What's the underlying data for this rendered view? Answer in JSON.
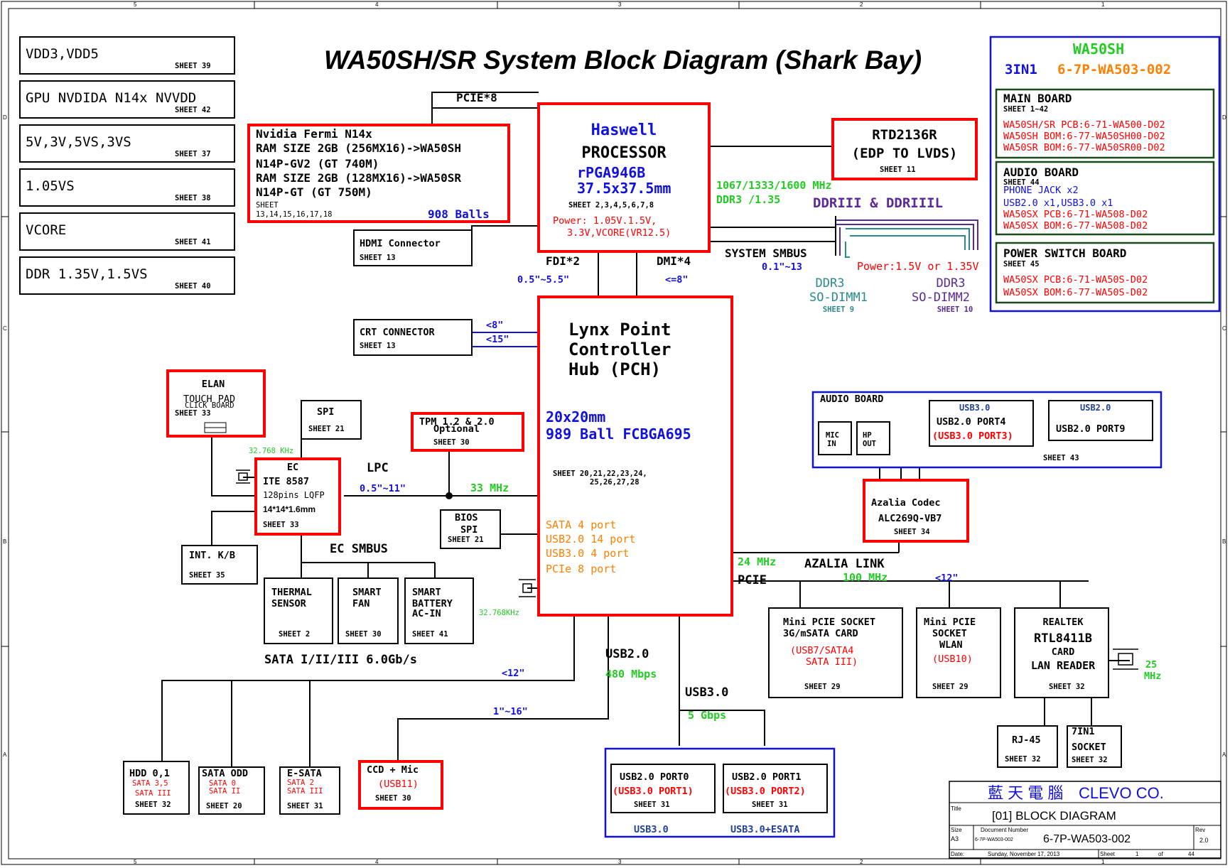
{
  "title": "WA50SH/SR  System Block Diagram (Shark Bay)",
  "border": {
    "cols": [
      "5",
      "4",
      "3",
      "2",
      "1"
    ],
    "rows": [
      "D",
      "C",
      "B",
      "A"
    ]
  },
  "power_list": [
    {
      "name": "VDD3,VDD5",
      "sheet": "SHEET 39"
    },
    {
      "name": "GPU NVDIDA N14x NVVDD",
      "sheet": "SHEET 42"
    },
    {
      "name": "5V,3V,5VS,3VS",
      "sheet": "SHEET 37"
    },
    {
      "name": "1.05VS",
      "sheet": "SHEET 38"
    },
    {
      "name": "VCORE",
      "sheet": "SHEET 41"
    },
    {
      "name": "DDR 1.35V,1.5VS",
      "sheet": "SHEET 40"
    }
  ],
  "gpu": {
    "lines": [
      "Nvidia Fermi N14x",
      "RAM SIZE 2GB (256MX16)->WA50SH",
      "N14P-GV2 (GT 740M)",
      "RAM SIZE 2GB (128MX16)->WA50SR",
      "N14P-GT  (GT 750M)"
    ],
    "sheet": "SHEET",
    "sheet_nums": "13,14,15,16,17,18",
    "balls": "908 Balls",
    "link": "PCIE*8"
  },
  "hdmi": {
    "name": "HDMI Connector",
    "sheet": "SHEET 13"
  },
  "cpu": {
    "name": "Haswell",
    "type": "PROCESSOR",
    "pkg": "rPGA946B",
    "size": "37.5x37.5mm",
    "sheet": "SHEET 2,3,4,5,6,7,8",
    "power1": "Power: 1.05V.1.5V,",
    "power2": "3.3V,VCORE(VR12.5)"
  },
  "rtd": {
    "name": "RTD2136R",
    "sub": "(EDP TO LVDS)",
    "sheet": "SHEET 11"
  },
  "ddr": {
    "speed": "1067/1333/1600 MHz",
    "ddr": "DDR3 /1.35",
    "bus": "DDRIII & DDRIIIL",
    "smbus": "SYSTEM SMBUS",
    "smbus_len": "0.1\"~13",
    "power": "Power:1.5V or 1.35V",
    "dimm1": [
      "DDR3",
      "SO-DIMM1",
      "SHEET 9"
    ],
    "dimm2": [
      "DDR3",
      "SO-DIMM2",
      "SHEET 10"
    ]
  },
  "fdi": {
    "label": "FDI*2",
    "len": "0.5\"~5.5\""
  },
  "dmi": {
    "label": "DMI*4",
    "len": "<=8\""
  },
  "boards": {
    "model": "WA50SH",
    "code_prefix": "3IN1",
    "code": "6-7P-WA503-002",
    "main": {
      "title": "MAIN BOARD",
      "sheet": "SHEET 1~42",
      "lines": [
        "WA50SH/SR  PCB:6-71-WA500-D02",
        "WA50SH   BOM:6-77-WA50SH00-D02",
        "WA50SR   BOM:6-77-WA50SR00-D02"
      ]
    },
    "audio": {
      "title": "AUDIO BOARD",
      "sheet": "SHEET 44",
      "phone": "PHONE JACK x2",
      "usb": "USB2.0 x1,USB3.0 x1",
      "lines": [
        "WA50SX   PCB:6-71-WA508-D02",
        "WA50SX   BOM:6-77-WA508-D02"
      ]
    },
    "power": {
      "title": "POWER SWITCH BOARD",
      "sheet": "SHEET 45",
      "lines": [
        "WA50SX   PCB:6-71-WA50S-D02",
        "WA50SX   BOM:6-77-WA50S-D02"
      ]
    }
  },
  "crt": {
    "name": "CRT CONNECTOR",
    "sheet": "SHEET 13",
    "len1": "<8\"",
    "len2": "<15\""
  },
  "pch": {
    "name1": "Lynx Point",
    "name2": "Controller",
    "name3": "Hub (PCH)",
    "size": "20x20mm",
    "pkg": "989 Ball FCBGA695",
    "sheet1": "SHEET 20,21,22,23,24,",
    "sheet2": "25,26,27,28",
    "ports": [
      "SATA 4 port",
      "USB2.0 14 port",
      "USB3.0 4 port",
      "PCIe 8 port"
    ]
  },
  "elan": {
    "name": "ELAN",
    "sub": "TOUCH PAD",
    "sub2": "CLICK BOARD",
    "sheet": "SHEET 33"
  },
  "spi": {
    "name": "SPI",
    "sheet": "SHEET 21"
  },
  "tpm": {
    "name": "TPM 1.2 & 2.0",
    "sub": "Optional",
    "sheet": "SHEET 30"
  },
  "ec": {
    "name": "EC",
    "chip": "ITE 8587",
    "pins": "128pins LQFP",
    "size": "14*14*1.6mm",
    "sheet": "SHEET 33",
    "xtal": "32.768 KHz"
  },
  "lpc": {
    "label": "LPC",
    "len": "0.5\"~11\"",
    "freq": "33 MHz"
  },
  "bios": {
    "name": "BIOS",
    "sub": "SPI",
    "sheet": "SHEET 21"
  },
  "kb": {
    "name": "INT. K/B",
    "sheet": "SHEET 35"
  },
  "ec_smbus": "EC SMBUS",
  "thermal": {
    "l1": "THERMAL",
    "l2": "SENSOR",
    "sheet": "SHEET 2"
  },
  "fan": {
    "l1": "SMART",
    "l2": "FAN",
    "sheet": "SHEET 30"
  },
  "battery": {
    "l1": "SMART",
    "l2": "BATTERY",
    "l3": "AC-IN",
    "sheet": "SHEET 41"
  },
  "pch_xtal": "32.768KHz",
  "sata_bus": "SATA I/II/III 6.0Gb/s",
  "sata_len": "<12\"",
  "hdd": {
    "name": "HDD 0,1",
    "red1": "SATA 3,5",
    "red2": "SATA III",
    "sheet": "SHEET 32"
  },
  "odd": {
    "name": "SATA ODD",
    "red1": "SATA 0",
    "red2": "SATA II",
    "sheet": "SHEET 20"
  },
  "esata": {
    "name": "E-SATA",
    "red1": "SATA 2",
    "red2": "SATA III",
    "sheet": "SHEET 31"
  },
  "ccd": {
    "name": "CCD + Mic",
    "red": "(USB11)",
    "sheet": "SHEET 30",
    "len": "1\"~16\""
  },
  "usb2": {
    "label": "USB2.0",
    "speed": "480 Mbps"
  },
  "usb3": {
    "label": "USB3.0",
    "speed": "5 Gbps"
  },
  "usb_ports": {
    "p0": {
      "name": "USB2.0 PORT0",
      "red": "(USB3.0 PORT1)",
      "sheet": "SHEET 31"
    },
    "p1": {
      "name": "USB2.0 PORT1",
      "red": "(USB3.0 PORT2)",
      "sheet": "SHEET 31"
    },
    "lbl0": "USB3.0",
    "lbl1": "USB3.0+ESATA"
  },
  "audio_board": {
    "title": "AUDIO BOARD",
    "mic": [
      "MIC",
      "IN"
    ],
    "hp": [
      "HP",
      "OUT"
    ],
    "usb3_lbl": "USB3.0",
    "port4": "USB2.0 PORT4",
    "port3": "(USB3.0 PORT3)",
    "usb2_lbl": "USB2.0",
    "port9": "USB2.0 PORT9",
    "sheet": "SHEET 43"
  },
  "codec": {
    "name": "Azalia Codec",
    "chip": "ALC269Q-VB7",
    "sheet": "SHEET 34"
  },
  "azalia": {
    "freq": "24 MHz",
    "label": "AZALIA LINK"
  },
  "pcie": {
    "label": "PCIE",
    "freq": "100 MHz",
    "len": "<12\""
  },
  "mpcie1": {
    "l1": "Mini PCIE SOCKET",
    "l2": "3G/mSATA CARD",
    "r1": "(USB7/SATA4",
    "r2": "SATA III)",
    "sheet": "SHEET 29"
  },
  "mpcie2": {
    "l1": "Mini PCIE",
    "l2": "SOCKET",
    "l3": "WLAN",
    "r1": "(USB10)",
    "sheet": "SHEET 29"
  },
  "lan": {
    "l1": "REALTEK",
    "l2": "RTL8411B",
    "l3": "CARD",
    "l4": "LAN READER",
    "sheet": "SHEET 32",
    "xtal1": "25",
    "xtal2": "MHz"
  },
  "rj45": {
    "name": "RJ-45",
    "sheet": "SHEET 32"
  },
  "sevenin1": {
    "l1": "7IN1",
    "l2": "SOCKET",
    "sheet": "SHEET 32"
  },
  "titleblock": {
    "company_cn": "藍 天 電 腦",
    "company": "CLEVO CO.",
    "title_lbl": "Title",
    "title": "[01] BLOCK DIAGRAM",
    "size_lbl": "Size",
    "size": "A3",
    "docnum_lbl": "Document Number",
    "docnum_small": "6-7P-WA503-002",
    "docnum": "6-7P-WA503-002",
    "rev_lbl": "Rev",
    "rev": "2.0",
    "date_lbl": "Date:",
    "date": "Sunday, November 17, 2013",
    "sheet_lbl": "Sheet",
    "sheet": "1",
    "of": "of",
    "total": "44"
  }
}
